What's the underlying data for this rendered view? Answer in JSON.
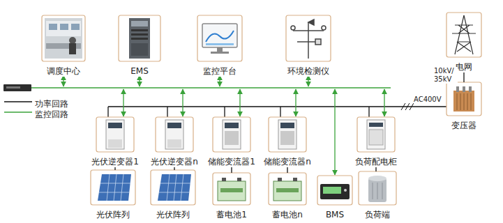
{
  "diagram": {
    "nodes": [
      {
        "text": [
          "调度中心"
        ]
      },
      {
        "text": [
          "EMS"
        ]
      },
      {
        "text": [
          "监控平台"
        ]
      },
      {
        "text": [
          "环境检测仪"
        ]
      },
      {
        "text": [
          "电网"
        ]
      },
      {
        "text": [
          "变压器"
        ]
      },
      {
        "text": [
          "光伏逆变器1"
        ]
      },
      {
        "text": [
          "光伏逆变器n"
        ]
      },
      {
        "text": [
          "储能变流器1"
        ]
      },
      {
        "text": [
          "储能变流器n"
        ]
      },
      {
        "text": [
          "负荷配电柜"
        ]
      },
      {
        "text": [
          "光伏阵列"
        ]
      },
      {
        "text": [
          "光伏阵列"
        ]
      },
      {
        "text": [
          "蓄电池1"
        ]
      },
      {
        "text": [
          "蓄电池n"
        ]
      },
      {
        "text": [
          "BMS"
        ]
      },
      {
        "text": [
          "负荷端"
        ]
      }
    ],
    "edges": [
      {
        "from": 4,
        "to": 5,
        "arrow": "none"
      },
      {
        "from": 6,
        "to": 11,
        "arrow": "none"
      },
      {
        "from": 7,
        "to": 12,
        "arrow": "none"
      },
      {
        "from": 8,
        "to": 13,
        "arrow": "none"
      },
      {
        "from": 9,
        "to": 14,
        "arrow": "none"
      },
      {
        "from": 10,
        "to": 16,
        "arrow": "none"
      }
    ],
    "labels": [
      "10kV/ 35kV",
      "AC400V"
    ],
    "legend": [
      {
        "text": "功率回路"
      },
      {
        "text": "监控回路"
      }
    ]
  }
}
